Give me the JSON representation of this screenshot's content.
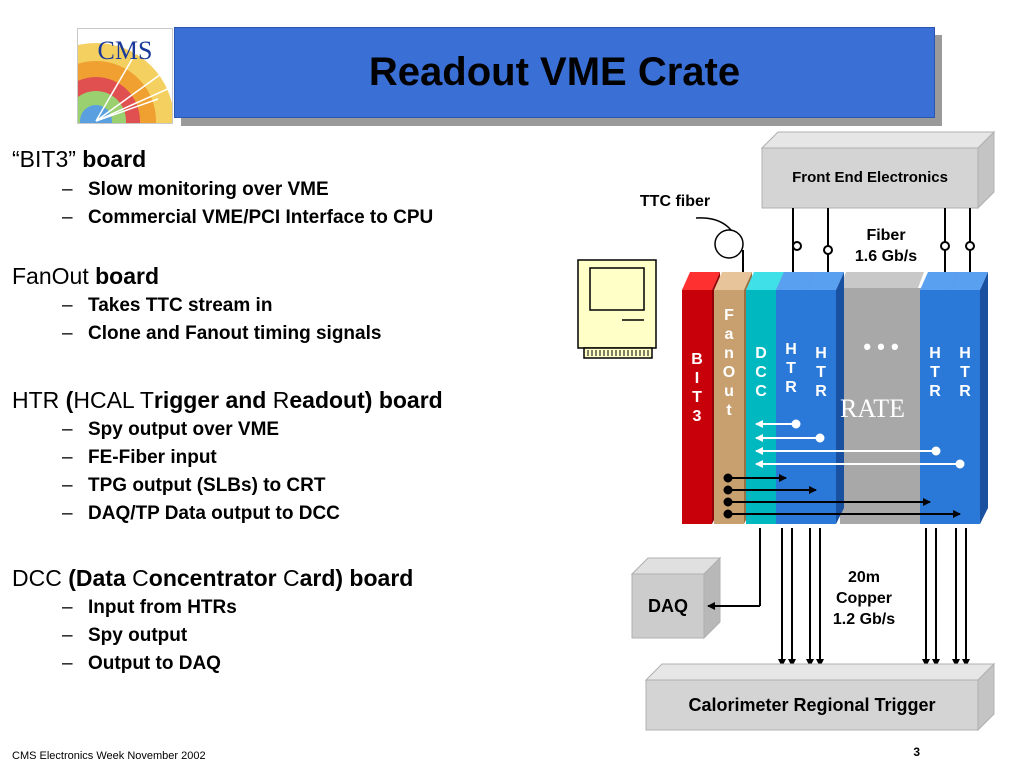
{
  "header": {
    "title": "Readout VME Crate",
    "logo_text": "CMS"
  },
  "sections": [
    {
      "heading_pre": "“BIT3” ",
      "heading_bold": "board",
      "items": [
        "Slow monitoring over VME",
        "Commercial VME/PCI Interface to CPU"
      ]
    },
    {
      "heading_pre": "FanOut ",
      "heading_bold": "board",
      "items": [
        "Takes TTC stream in",
        "Clone and Fanout timing signals"
      ]
    },
    {
      "heading_parts": [
        "HTR ",
        "(",
        "HCAL ",
        "T",
        "rigger and ",
        "R",
        "eadout)",
        " board"
      ],
      "items": [
        "Spy output over VME",
        "FE-Fiber input",
        "TPG output (SLBs) to CRT",
        "DAQ/TP Data output to DCC"
      ]
    },
    {
      "heading_parts": [
        "DCC ",
        "(D",
        "ata ",
        "C",
        "oncentrator ",
        "C",
        "ard)",
        " board"
      ],
      "items": [
        "Input from HTRs",
        "Spy output",
        "Output to DAQ"
      ]
    }
  ],
  "diagram": {
    "front_end": "Front End Electronics",
    "ttc_fiber": "TTC fiber",
    "fiber_rate_line1": "Fiber",
    "fiber_rate_line2": "1.6 Gb/s",
    "crate_text": "RATE",
    "ellipsis": "• • •",
    "boards": {
      "bit3": [
        "B",
        "I",
        "T",
        "3"
      ],
      "fanout": [
        "F",
        "a",
        "n",
        "O",
        "u",
        "t"
      ],
      "dcc": [
        "D",
        "C",
        "C"
      ],
      "htr": [
        "H",
        "T",
        "R"
      ]
    },
    "daq": "DAQ",
    "copper_line1": "20m",
    "copper_line2": "Copper",
    "copper_line3": "1.2 Gb/s",
    "crt": "Calorimeter Regional Trigger"
  },
  "footer": {
    "event": "CMS Electronics Week November 2002",
    "page_number": "3"
  },
  "colors": {
    "banner": "#3a6fd6",
    "bit3": "#c8000a",
    "fanout": "#c8a070",
    "dcc": "#00b8c0",
    "htr": "#2a78d8",
    "crate": "#a8a8a8"
  }
}
